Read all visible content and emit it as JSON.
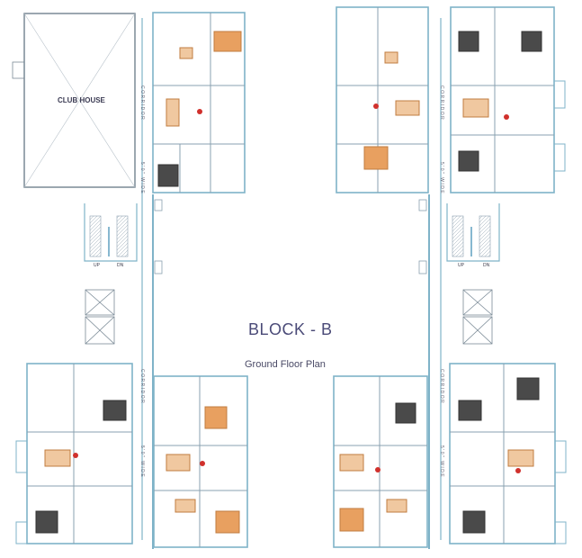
{
  "title": "BLOCK - B",
  "subtitle": "Ground Floor Plan",
  "club_house": "CLUB HOUSE",
  "corridor_labels": [
    "CORRIDOR",
    "5'0\" WIDE",
    "CORRIDOR",
    "5'0\" WIDE",
    "CORRIDOR",
    "5'0\" WIDE",
    "CORRIDOR",
    "5'0\" WIDE"
  ],
  "stairs": [
    {
      "up": "UP",
      "dn": "DN"
    },
    {
      "up": "UP",
      "dn": "DN"
    }
  ],
  "colors": {
    "wall": "#7fb3c8",
    "line": "#8aa0b0",
    "furniture": "#e8a060",
    "bed": "#4a4a4a",
    "red": "#d0302c"
  }
}
